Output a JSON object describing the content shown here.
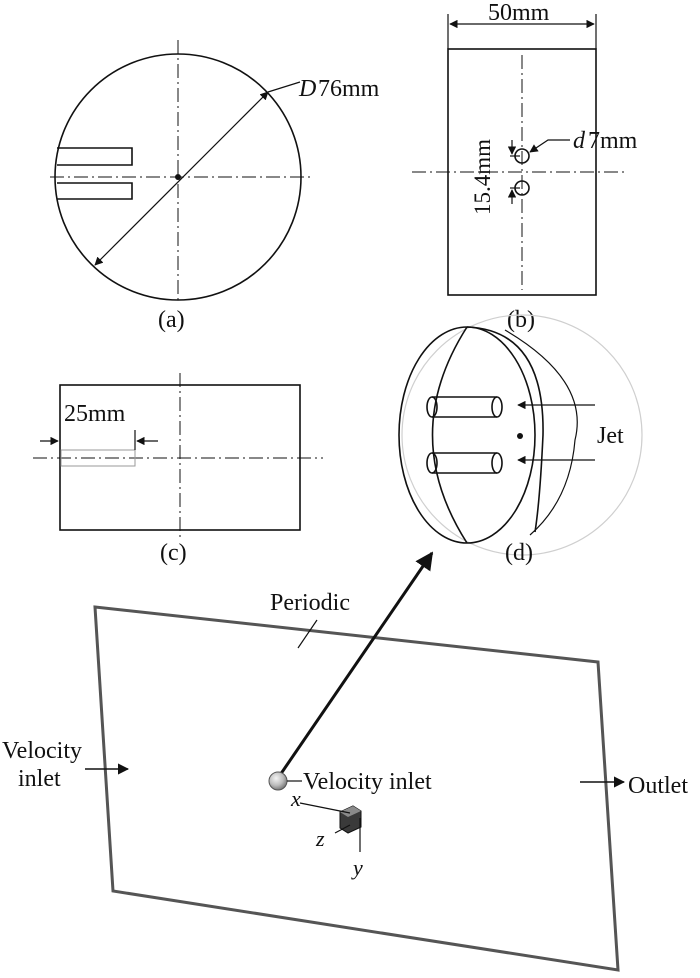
{
  "panel_a": {
    "caption": "(a)",
    "dim_d_symbol": "D",
    "dim_d_value": "76mm"
  },
  "panel_b": {
    "caption": "(b)",
    "dim_width": "50mm",
    "dim_spacing": "15.4mm",
    "dim_hole_symbol": "d",
    "dim_hole_value": "7mm"
  },
  "panel_c": {
    "caption": "(c)",
    "dim_length": "25mm"
  },
  "panel_d": {
    "caption": "(d)",
    "jet_label": "Jet"
  },
  "domain": {
    "periodic_label": "Periodic",
    "velocity_inlet_left_line1": "Velocity",
    "velocity_inlet_left_line2": "inlet",
    "velocity_inlet_center": "Velocity inlet",
    "outlet_label": "Outlet",
    "axis_x": "x",
    "axis_y": "y",
    "axis_z": "z"
  }
}
